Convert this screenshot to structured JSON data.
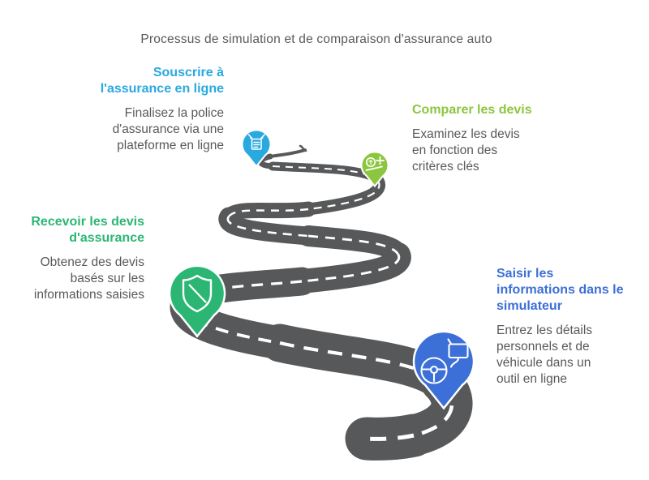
{
  "title": "Processus de simulation et de comparaison d'assurance auto",
  "colors": {
    "cyan": "#29A9E0",
    "light_green": "#8CC63F",
    "emerald": "#2BB673",
    "royal_blue": "#3C6FD7",
    "text_gray": "#58595B",
    "road_gray": "#57585A",
    "road_dash": "#FFFFFF"
  },
  "steps": [
    {
      "id": "souscrire",
      "heading": "Souscrire à\nl'assurance en ligne",
      "body": "Finalisez la police\nd'assurance via une\nplateforme en ligne",
      "color": "#29A9E0",
      "icon": "online-contract-icon",
      "pin": "small-blue"
    },
    {
      "id": "comparer",
      "heading": "Comparer les devis",
      "body": "Examinez les devis\nen fonction des\ncritères clés",
      "color": "#8CC63F",
      "icon": "compare-quotes-icon",
      "pin": "small-green"
    },
    {
      "id": "recevoir",
      "heading": "Recevoir les devis\nd'assurance",
      "body": "Obtenez des devis\nbasés sur les\ninformations saisies",
      "color": "#2BB673",
      "icon": "shield-icon",
      "pin": "large-green"
    },
    {
      "id": "saisir",
      "heading": "Saisir les\ninformations dans le\nsimulateur",
      "body": "Entrez les détails\npersonnels et de\nvéhicule dans un\noutil en ligne",
      "color": "#3C6FD7",
      "icon": "steering-wheel-icon",
      "pin": "large-blue"
    }
  ]
}
